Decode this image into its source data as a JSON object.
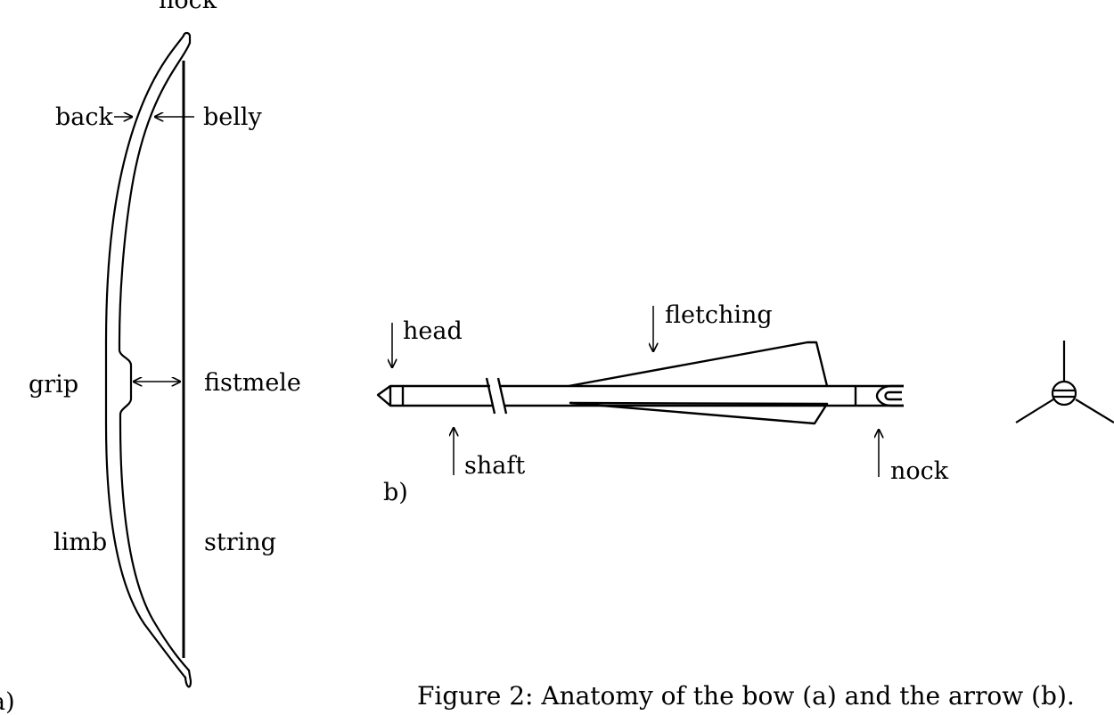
{
  "colors": {
    "ink": "#000000",
    "background": "#ffffff"
  },
  "bow": {
    "panel_label": "a)",
    "labels": {
      "nock": "nock",
      "back": "back",
      "belly": "belly",
      "grip": "grip",
      "fistmele": "fistmele",
      "limb": "limb",
      "string": "string"
    }
  },
  "arrow": {
    "panel_label": "b)",
    "labels": {
      "head": "head",
      "fletching": "fletching",
      "shaft": "shaft",
      "nock": "nock"
    }
  },
  "caption": "Figure 2: Anatomy of the bow (a) and the arrow (b)."
}
